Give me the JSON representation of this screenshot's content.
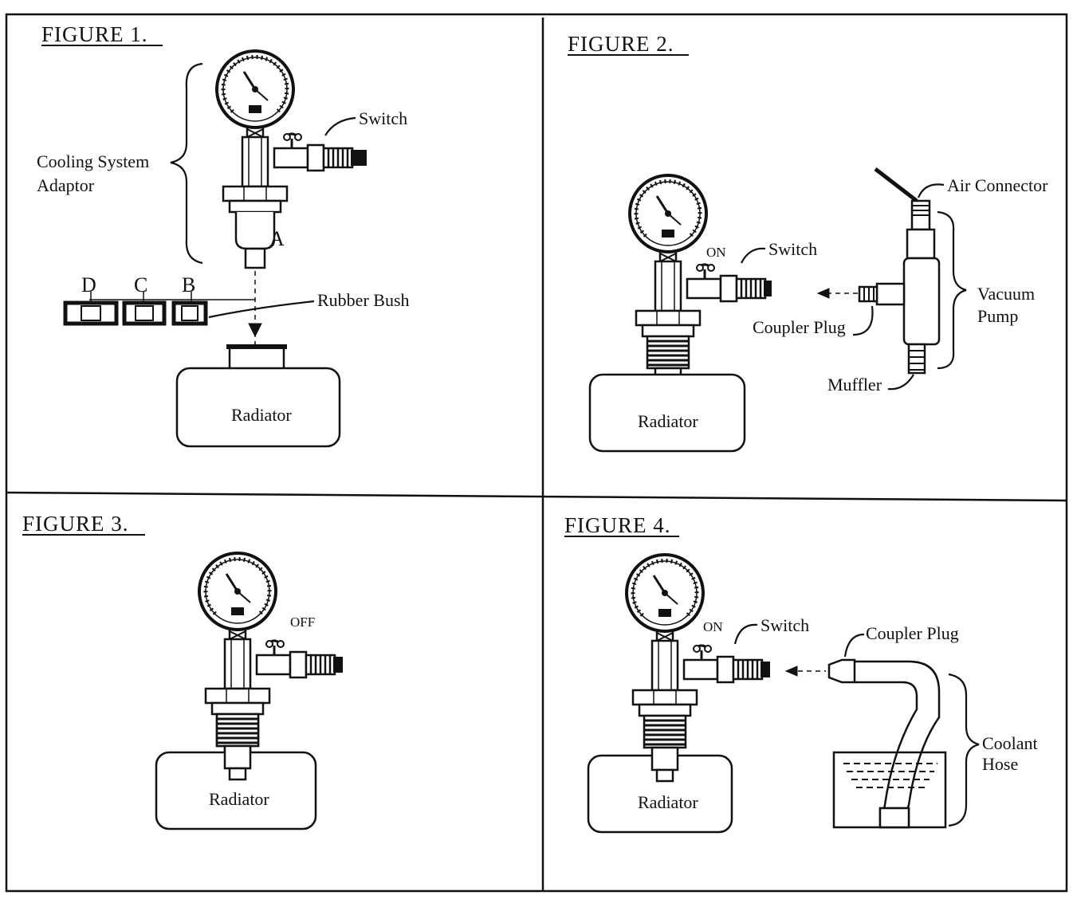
{
  "figures": [
    {
      "title": "FIGURE 1.",
      "labels": {
        "switch": "Switch",
        "adaptor_line1": "Cooling System",
        "adaptor_line2": "Adaptor",
        "rubber_bush": "Rubber Bush",
        "radiator": "Radiator",
        "a": "A",
        "b": "B",
        "c": "C",
        "d": "D"
      }
    },
    {
      "title": "FIGURE 2.",
      "labels": {
        "on": "ON",
        "switch": "Switch",
        "air_connector": "Air Connector",
        "vacuum_line1": "Vacuum",
        "vacuum_line2": "Pump",
        "coupler_plug": "Coupler Plug",
        "muffler": "Muffler",
        "radiator": "Radiator"
      }
    },
    {
      "title": "FIGURE 3.",
      "labels": {
        "off": "OFF",
        "radiator": "Radiator"
      }
    },
    {
      "title": "FIGURE 4.",
      "labels": {
        "on": "ON",
        "switch": "Switch",
        "coupler_plug": "Coupler Plug",
        "coolant_line1": "Coolant",
        "coolant_line2": "Hose",
        "radiator": "Radiator"
      }
    }
  ]
}
